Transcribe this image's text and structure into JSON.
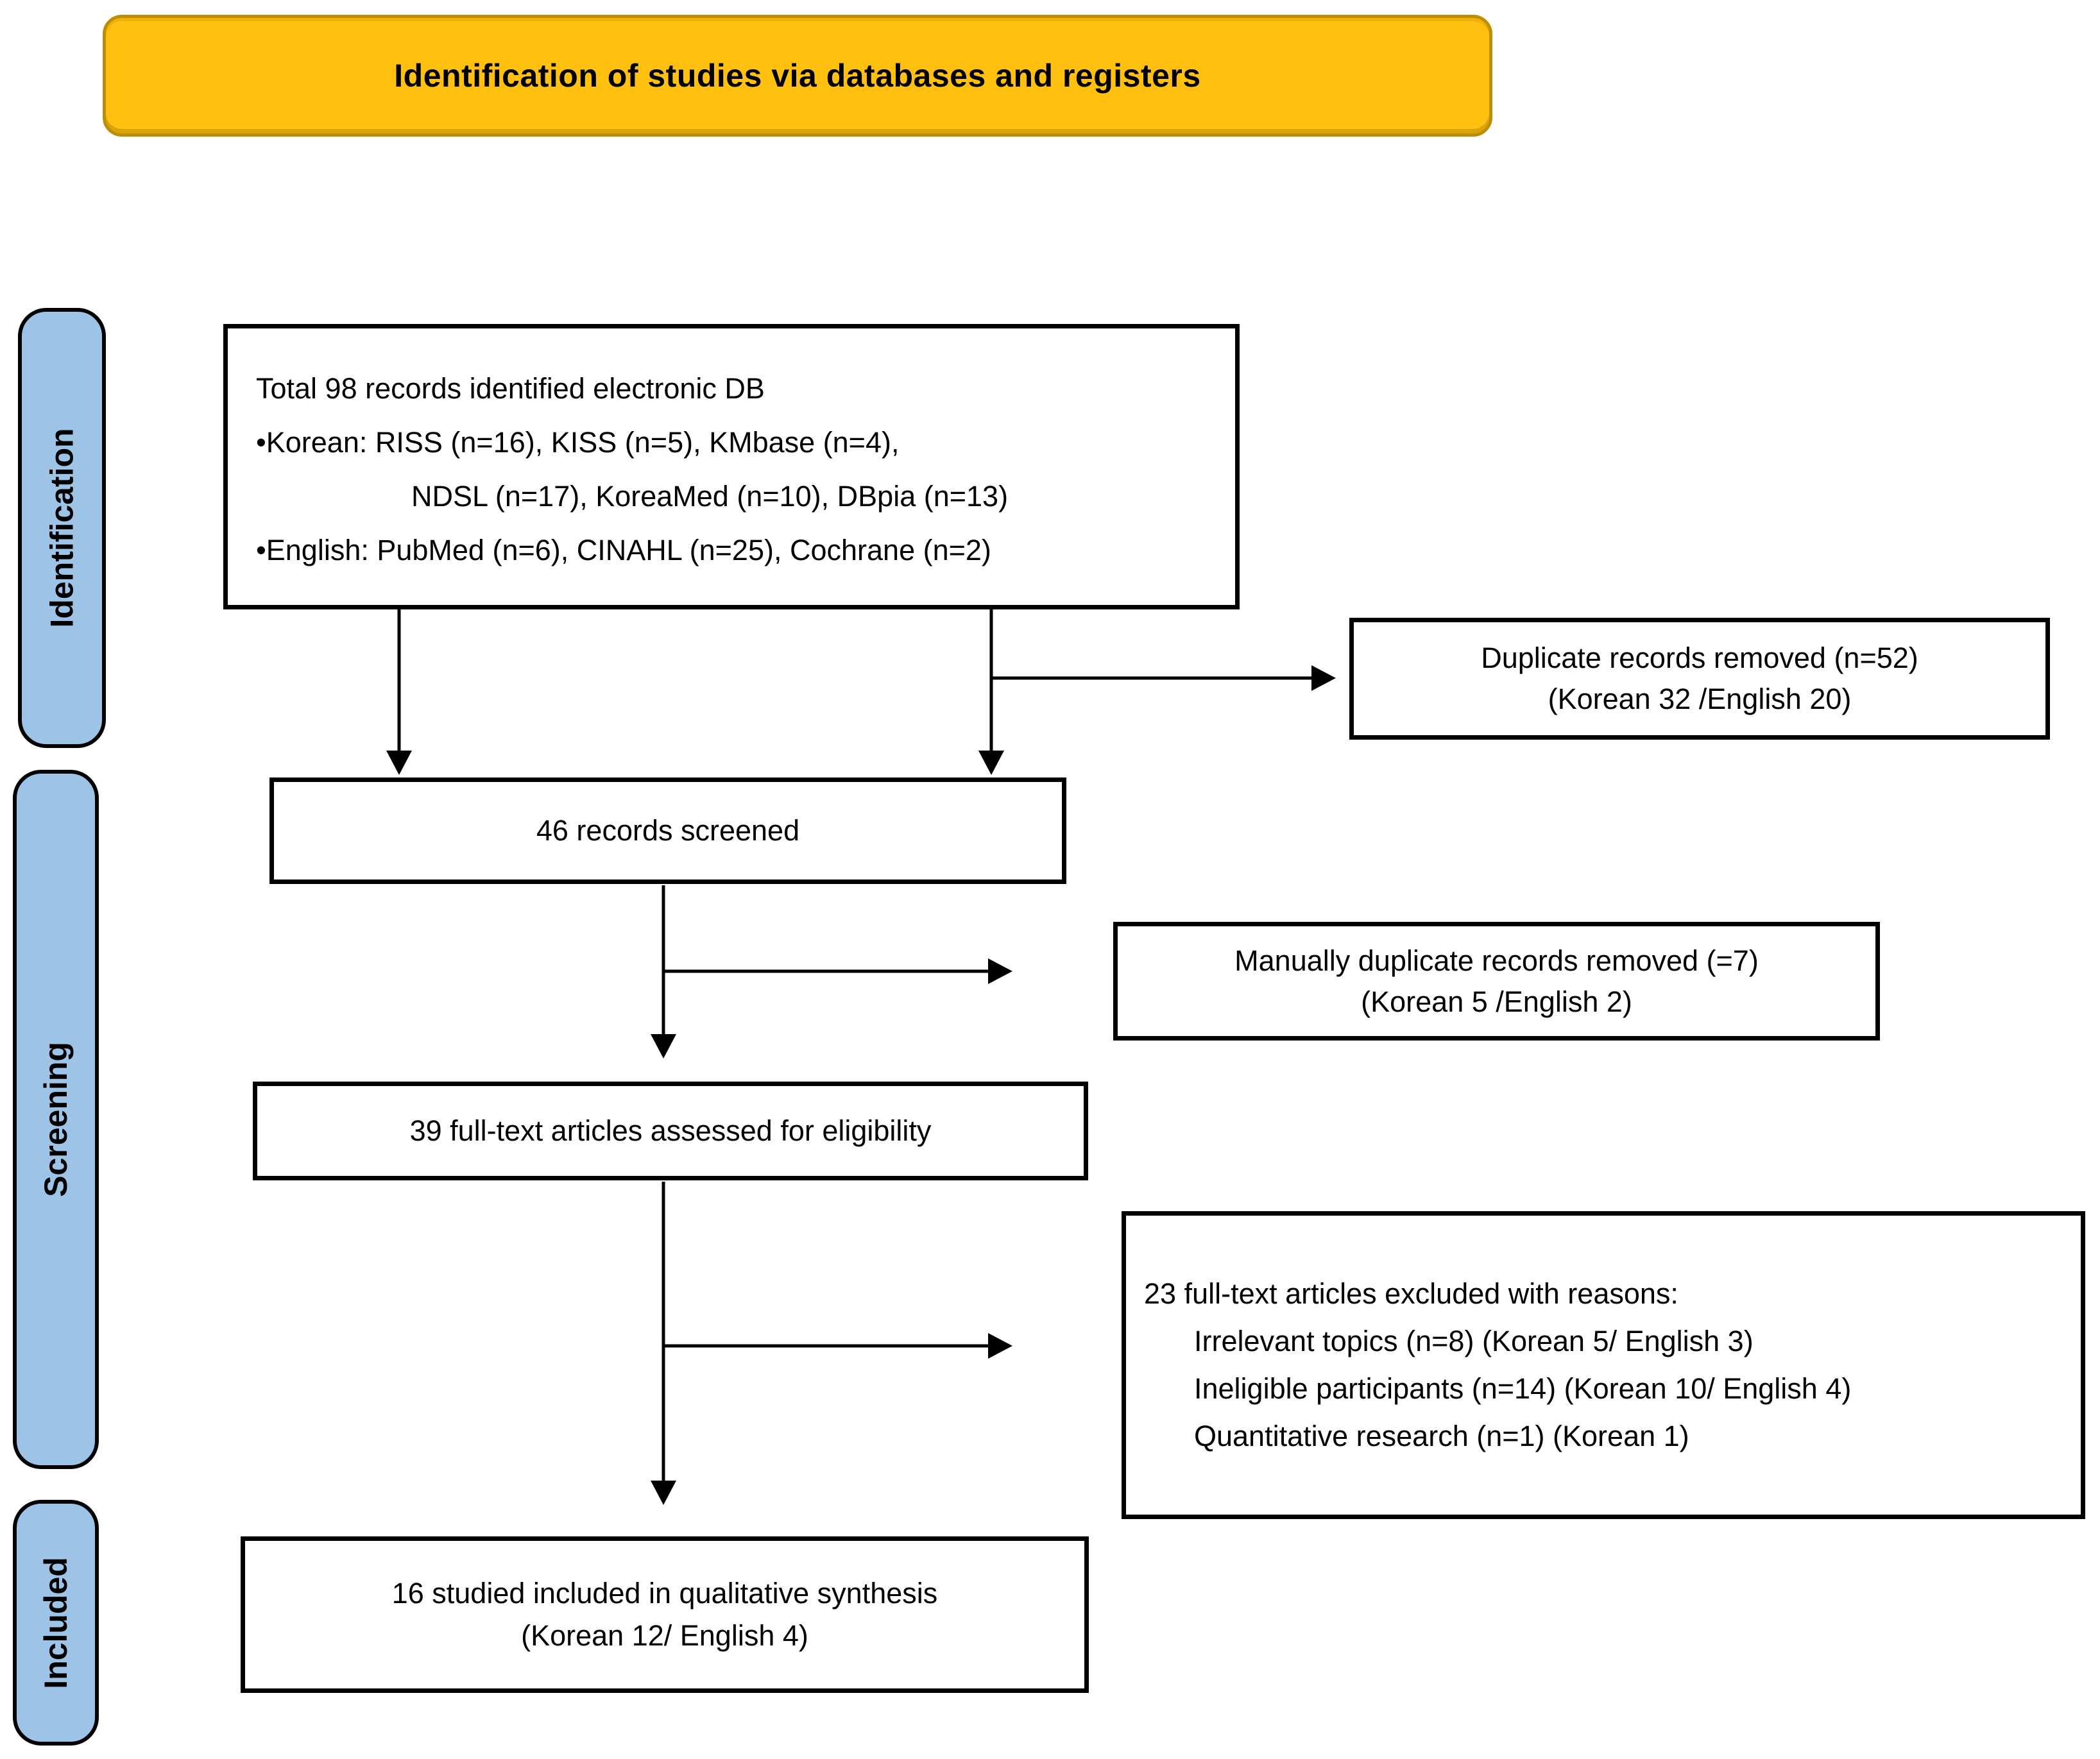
{
  "banner": {
    "label": "Identification of studies via databases and registers"
  },
  "colors": {
    "banner_bg": "#FFC010",
    "banner_border": "#BD8F00",
    "stage_bg": "#9DC3E6",
    "stage_border": "#000000",
    "box_border": "#000000",
    "arrow": "#000000"
  },
  "stages": [
    {
      "label": "Identification"
    },
    {
      "label": "Screening"
    },
    {
      "label": "Included"
    }
  ],
  "boxes": {
    "identified": {
      "line1": "Total 98 records identified electronic DB",
      "line2": "•Korean: RISS (n=16), KISS (n=5), KMbase (n=4),",
      "line3": "NDSL (n=17), KoreaMed (n=10), DBpia (n=13)",
      "line4": "•English: PubMed (n=6), CINAHL (n=25), Cochrane (n=2)"
    },
    "duplicates_removed": {
      "line1": "Duplicate records removed (n=52)",
      "line2": "(Korean 32 /English 20)"
    },
    "screened": {
      "line1": "46 records screened"
    },
    "manual_duplicates_removed": {
      "line1": "Manually duplicate records removed (=7)",
      "line2": "(Korean 5 /English 2)"
    },
    "eligibility": {
      "line1": "39 full-text articles assessed for eligibility"
    },
    "excluded": {
      "line1": "23 full-text articles excluded with reasons:",
      "line2": "Irrelevant topics (n=8) (Korean 5/ English 3)",
      "line3": "Ineligible participants (n=14) (Korean 10/ English 4)",
      "line4": "Quantitative research (n=1) (Korean 1)"
    },
    "included_synthesis": {
      "line1": "16 studied included in qualitative synthesis",
      "line2": "(Korean 12/ English 4)"
    }
  }
}
